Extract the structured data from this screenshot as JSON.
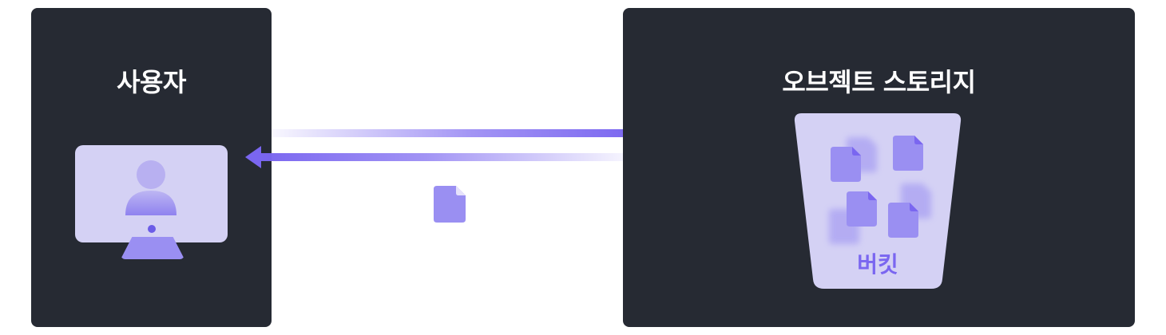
{
  "user_panel": {
    "title": "사용자"
  },
  "storage_panel": {
    "title": "오브젝트 스토리지",
    "bucket_label": "버킷"
  },
  "colors": {
    "panel_bg": "#262a33",
    "accent": "#7a66f0",
    "accent_light": "#d4d1f4",
    "doc": "#9a8ff2"
  }
}
